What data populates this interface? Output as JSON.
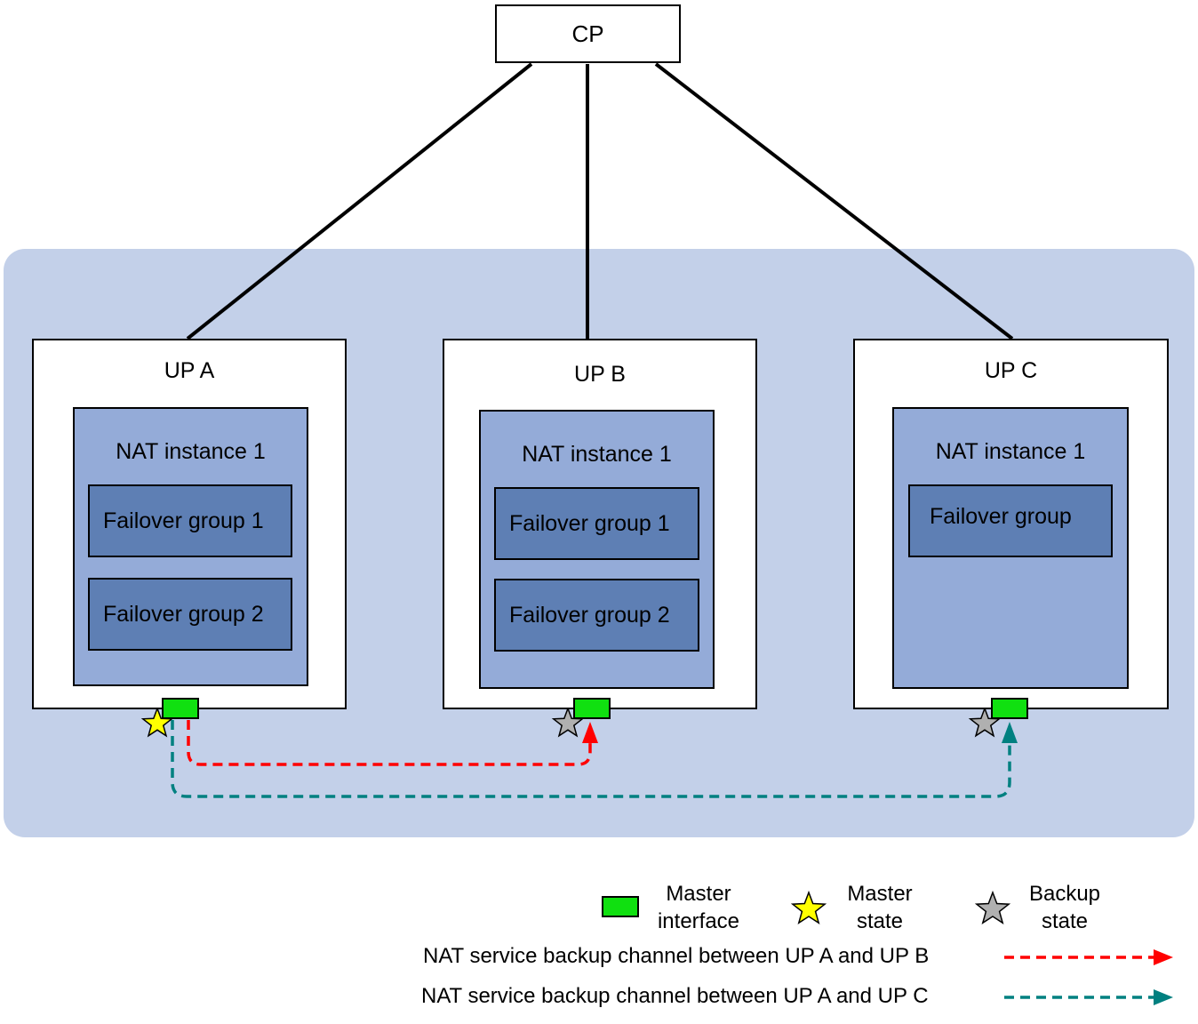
{
  "cp": {
    "label": "CP"
  },
  "ups": [
    {
      "title": "UP A",
      "nat_title": "NAT instance 1",
      "groups": [
        "Failover group 1",
        "Failover group 2"
      ],
      "state": "master"
    },
    {
      "title": "UP B",
      "nat_title": "NAT instance 1",
      "groups": [
        "Failover group 1",
        "Failover group 2"
      ],
      "state": "backup"
    },
    {
      "title": "UP C",
      "nat_title": "NAT instance 1",
      "groups": [
        "Failover group"
      ],
      "state": "backup"
    }
  ],
  "legend": {
    "master_interface": [
      "Master",
      "interface"
    ],
    "master_state": [
      "Master",
      "state"
    ],
    "backup_state": [
      "Backup",
      "state"
    ],
    "channel_ab": "NAT service backup channel between UP A and UP B",
    "channel_ac": "NAT service backup channel between UP A and UP C"
  },
  "colors": {
    "panel": "#c3d0e9",
    "nat_instance": "#94abd8",
    "failover_group": "#5e7fb4",
    "master_interface": "#10e010",
    "master_star": "#ffff00",
    "backup_star": "#b0b0b0",
    "channel_ab": "#ff0000",
    "channel_ac": "#008080"
  }
}
